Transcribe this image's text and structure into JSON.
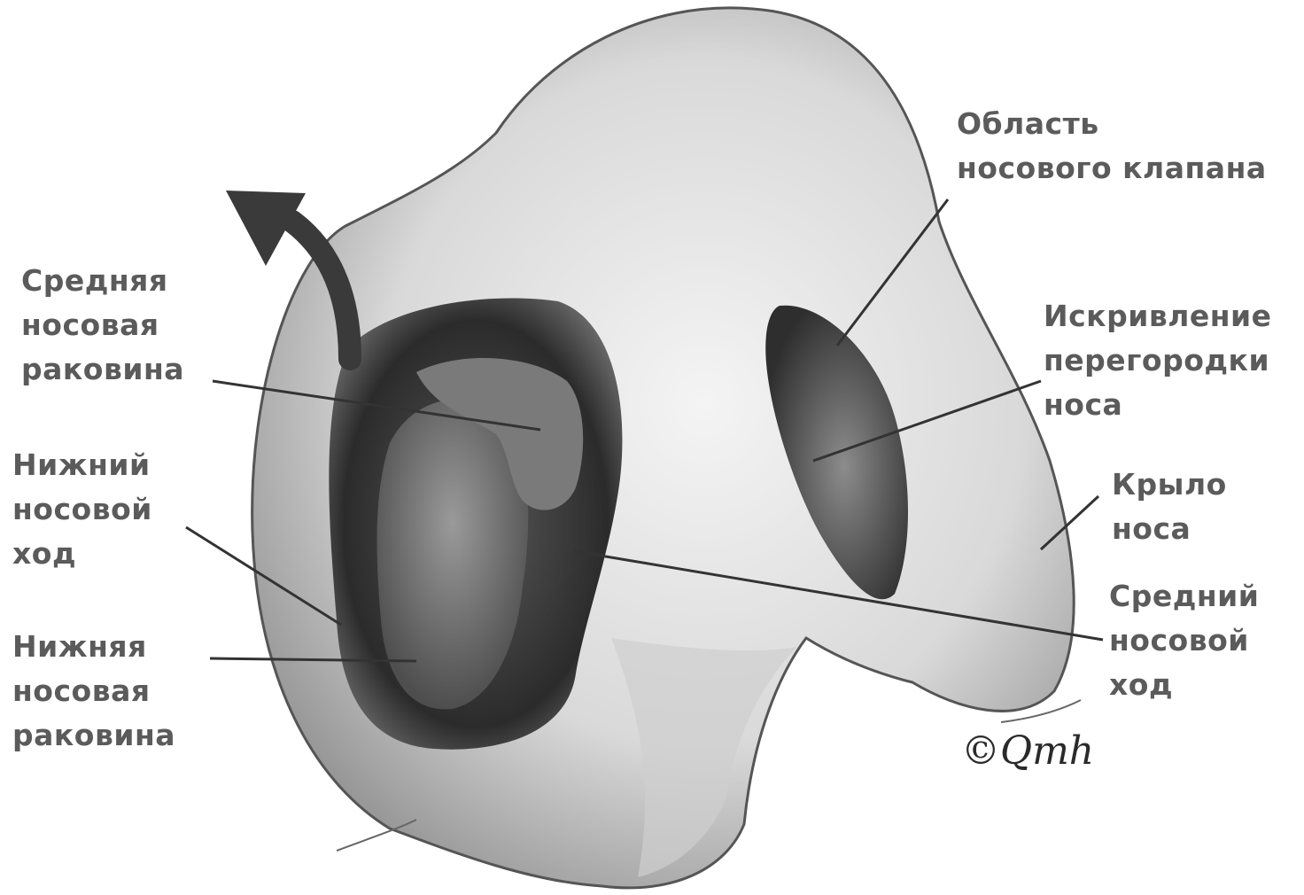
{
  "labels": {
    "middle_turbinate": [
      "Средняя",
      "носовая",
      "раковина"
    ],
    "inferior_meatus": [
      "Нижний",
      "носовой",
      "ход"
    ],
    "inferior_turbinate": [
      "Нижняя",
      "носовая",
      "раковина"
    ],
    "nasal_valve": [
      "Область",
      "носового клапана"
    ],
    "septum_deviation": [
      "Искривление",
      "перегородки",
      "носа"
    ],
    "nasal_wing": [
      "Крыло",
      "носа"
    ],
    "middle_meatus": [
      "Средний",
      "носовой",
      "ход"
    ]
  },
  "signature": "©Qmh",
  "colors": {
    "label_text": "#5b5b5b",
    "leader": "#333333",
    "arrow": "#3a3a3a"
  }
}
